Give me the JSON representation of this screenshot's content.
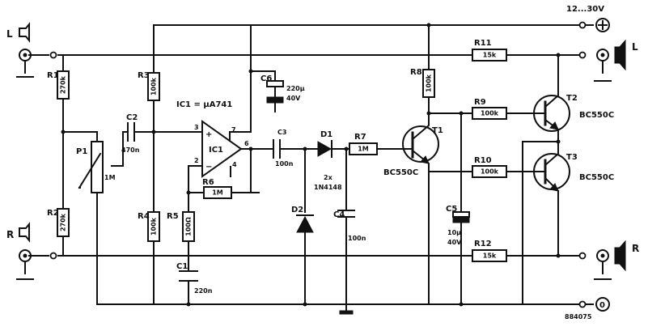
{
  "labels": {
    "supply": "12...30V",
    "in_left": "L",
    "in_right": "R",
    "out_left": "L",
    "out_right": "R",
    "r1": "R1",
    "r1_val": "270k",
    "r2": "R2",
    "r2_val": "270k",
    "r3": "R3",
    "r3_val": "100k",
    "r4": "R4",
    "r4_val": "100k",
    "r5": "R5",
    "r5_val": "100Ω",
    "r6": "R6",
    "r6_val": "1M",
    "r7": "R7",
    "r7_val": "1M",
    "r8": "R8",
    "r8_val": "100k",
    "r9": "R9",
    "r9_val": "100k",
    "r10": "R10",
    "r10_val": "100k",
    "r11": "R11",
    "r11_val": "15k",
    "r12": "R12",
    "r12_val": "15k",
    "p1": "P1",
    "p1_val": "1M",
    "c1": "C1",
    "c1_val": "220n",
    "c2": "C2",
    "c2_val": "470n",
    "c3": "C3",
    "c3_val": "100n",
    "c4": "C4",
    "c4_val": "100n",
    "c5": "C5",
    "c5_val": "10μ",
    "c5_val2": "40V",
    "c6": "C6",
    "c6_val": "220μ",
    "c6_val2": "40V",
    "d1": "D1",
    "d2": "D2",
    "diodes_count": "2x",
    "diode_type": "1N4148",
    "ic1": "IC1",
    "ic1_def": "IC1 = μA741",
    "pin2": "2",
    "pin3": "3",
    "pin4": "4",
    "pin6": "6",
    "pin7": "7",
    "t1": "T1",
    "t2": "T2",
    "t3": "T3",
    "t1_type": "BC550C",
    "t2_type": "BC550C",
    "t3_type": "BC550C",
    "ground_node": "0",
    "drawing_id": "884075"
  }
}
